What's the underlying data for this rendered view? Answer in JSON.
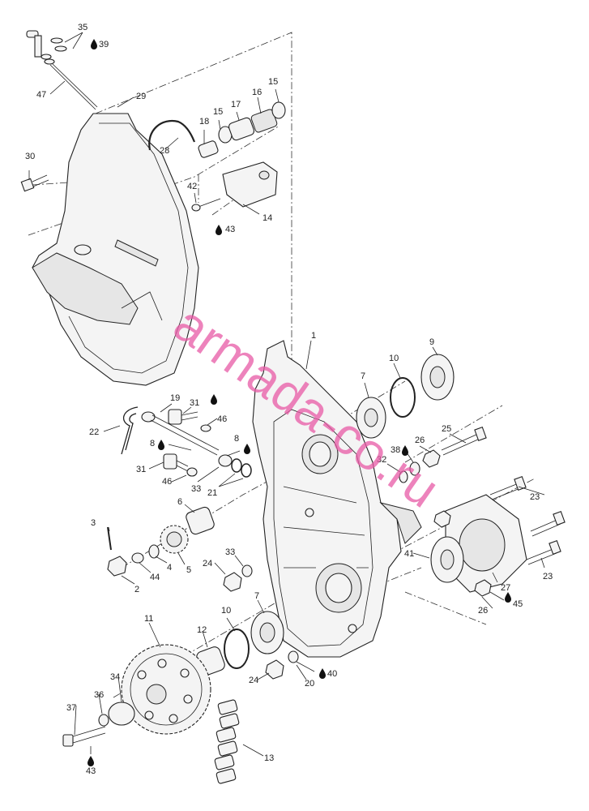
{
  "watermark": "armada-co.ru",
  "callouts": [
    {
      "id": "c35",
      "text": "35"
    },
    {
      "id": "c39",
      "text": "39"
    },
    {
      "id": "c47",
      "text": "47"
    },
    {
      "id": "c29",
      "text": "29"
    },
    {
      "id": "c30",
      "text": "30"
    },
    {
      "id": "c28",
      "text": "28"
    },
    {
      "id": "c18",
      "text": "18"
    },
    {
      "id": "c15a",
      "text": "15"
    },
    {
      "id": "c17",
      "text": "17"
    },
    {
      "id": "c16",
      "text": "16"
    },
    {
      "id": "c15b",
      "text": "15"
    },
    {
      "id": "c42",
      "text": "42"
    },
    {
      "id": "c43a",
      "text": "43"
    },
    {
      "id": "c14",
      "text": "14"
    },
    {
      "id": "c1",
      "text": "1"
    },
    {
      "id": "c9",
      "text": "9"
    },
    {
      "id": "c10a",
      "text": "10"
    },
    {
      "id": "c7a",
      "text": "7"
    },
    {
      "id": "c25",
      "text": "25"
    },
    {
      "id": "c26a",
      "text": "26"
    },
    {
      "id": "c38",
      "text": "38"
    },
    {
      "id": "c32",
      "text": "32"
    },
    {
      "id": "c19",
      "text": "19"
    },
    {
      "id": "c31a",
      "text": "31"
    },
    {
      "id": "c22",
      "text": "22"
    },
    {
      "id": "c46a",
      "text": "46"
    },
    {
      "id": "c8a",
      "text": "8"
    },
    {
      "id": "c8b",
      "text": "8"
    },
    {
      "id": "c31b",
      "text": "31"
    },
    {
      "id": "c46b",
      "text": "46"
    },
    {
      "id": "c33a",
      "text": "33"
    },
    {
      "id": "c21",
      "text": "21"
    },
    {
      "id": "c23a",
      "text": "23"
    },
    {
      "id": "c6",
      "text": "6"
    },
    {
      "id": "c3",
      "text": "3"
    },
    {
      "id": "c41",
      "text": "41"
    },
    {
      "id": "c23b",
      "text": "23"
    },
    {
      "id": "c44",
      "text": "44"
    },
    {
      "id": "c4",
      "text": "4"
    },
    {
      "id": "c5",
      "text": "5"
    },
    {
      "id": "c2",
      "text": "2"
    },
    {
      "id": "c33b",
      "text": "33"
    },
    {
      "id": "c24a",
      "text": "24"
    },
    {
      "id": "c27",
      "text": "27"
    },
    {
      "id": "c45",
      "text": "45"
    },
    {
      "id": "c26b",
      "text": "26"
    },
    {
      "id": "c10b",
      "text": "10"
    },
    {
      "id": "c7b",
      "text": "7"
    },
    {
      "id": "c11",
      "text": "11"
    },
    {
      "id": "c12",
      "text": "12"
    },
    {
      "id": "c40",
      "text": "40"
    },
    {
      "id": "c24b",
      "text": "24"
    },
    {
      "id": "c20",
      "text": "20"
    },
    {
      "id": "c34",
      "text": "34"
    },
    {
      "id": "c36",
      "text": "36"
    },
    {
      "id": "c37",
      "text": "37"
    },
    {
      "id": "c43b",
      "text": "43"
    },
    {
      "id": "c13",
      "text": "13"
    }
  ]
}
